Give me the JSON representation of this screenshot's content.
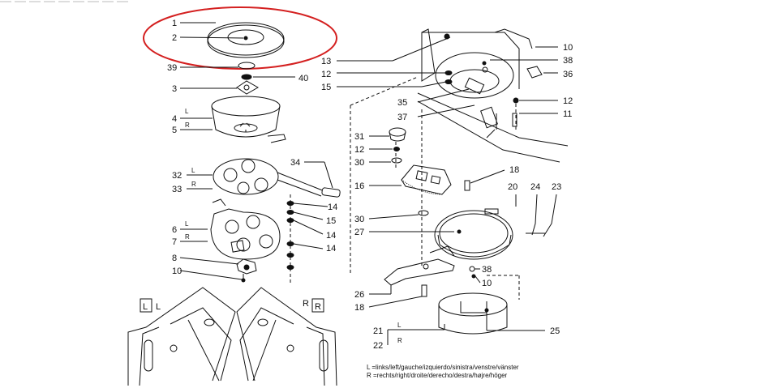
{
  "labels": {
    "n1": "1",
    "n2": "2",
    "n39": "39",
    "n40": "40",
    "n3": "3",
    "n4": "4",
    "n5": "5",
    "n32": "32",
    "n33": "33",
    "n34": "34",
    "n6": "6",
    "n7": "7",
    "n8": "8",
    "n10a": "10",
    "n14a": "14",
    "n15a": "15",
    "n14b": "14",
    "n14c": "14",
    "n13": "13",
    "n12a": "12",
    "n15b": "15",
    "n35": "35",
    "n37": "37",
    "n10b": "10",
    "n38a": "38",
    "n36": "36",
    "n12b": "12",
    "n11": "11",
    "n31": "31",
    "n12c": "12",
    "n30a": "30",
    "n16": "16",
    "n18a": "18",
    "n20": "20",
    "n24": "24",
    "n23": "23",
    "n30b": "30",
    "n27": "27",
    "n38b": "38",
    "n10c": "10",
    "n26": "26",
    "n18b": "18",
    "n21": "21",
    "n22": "22",
    "n25": "25",
    "L": "L",
    "R": "R"
  },
  "side_views": {
    "left_box": "L",
    "left_text": "L",
    "right_box": "R",
    "right_text": "R"
  },
  "legend": {
    "left_line": "L  =links/left/gauche/izquierdo/sinistra/venstre/vänster",
    "right_line": "R  =rechts/right/droite/derecho/destra/højre/höger"
  },
  "highlight_color": "#d42020"
}
